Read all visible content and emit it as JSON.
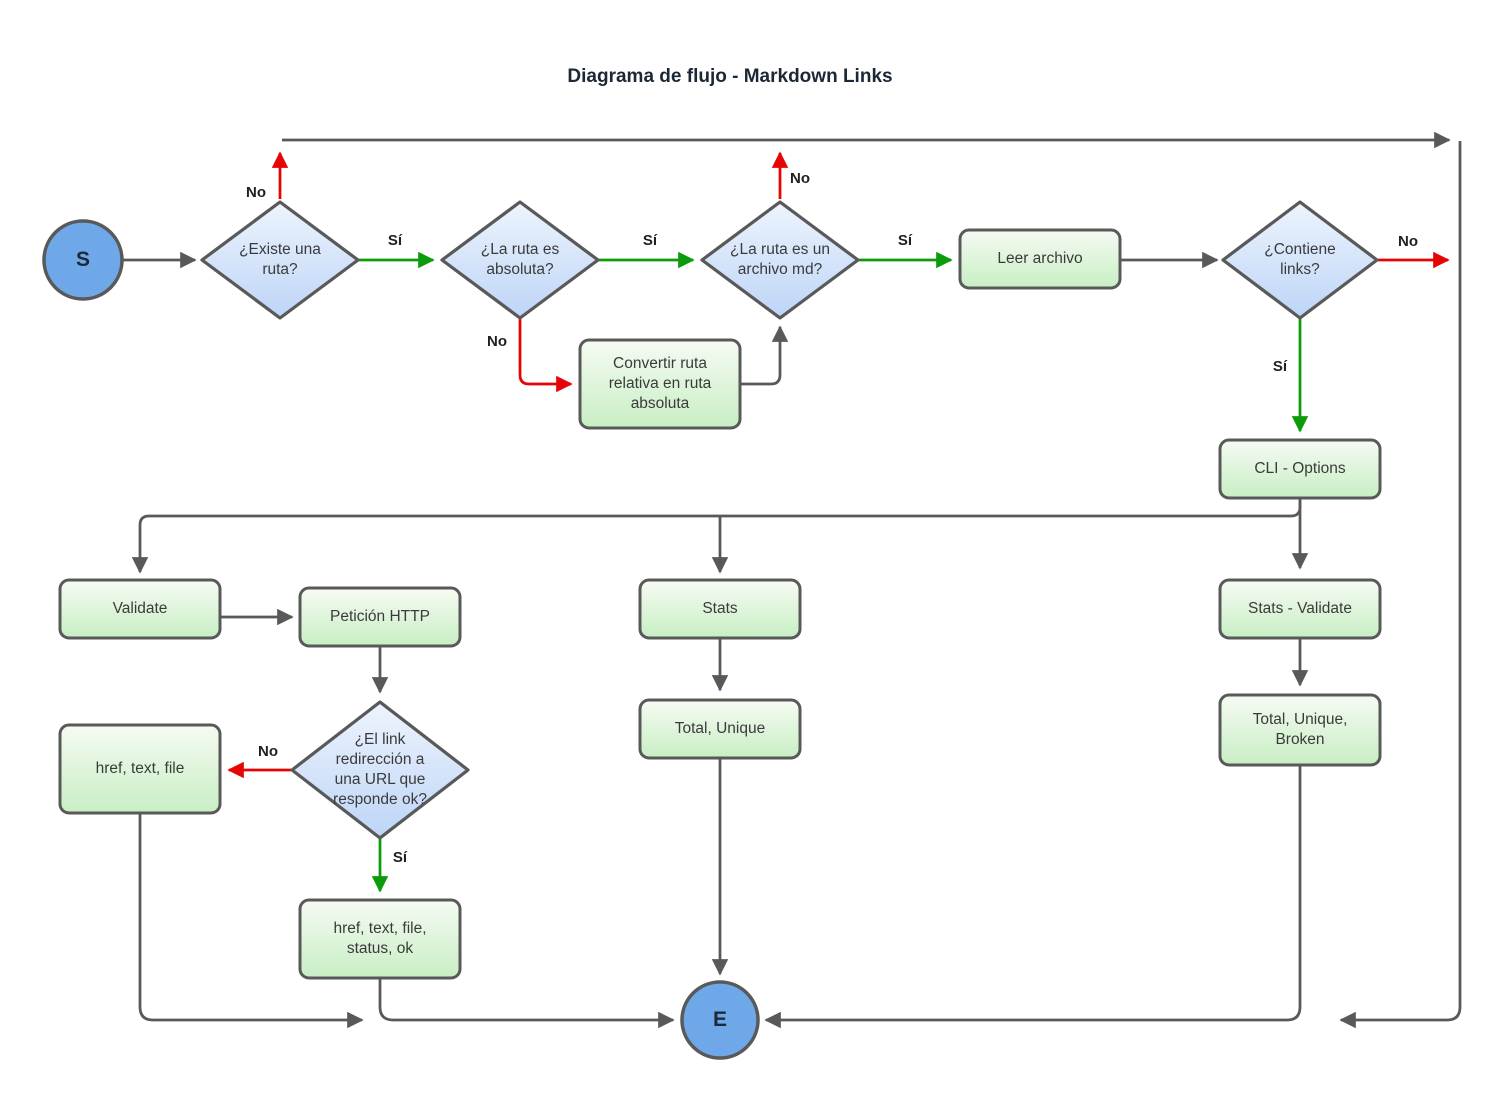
{
  "title": "Diagrama de flujo - Markdown Links",
  "colors": {
    "shape_border": "#595959",
    "connector_gray": "#595959",
    "edge_yes_green": "#0b9b0b",
    "edge_no_red": "#e60505",
    "terminal_fill": "#6fa8e8",
    "decision_gradient_top": "#eef4fd",
    "decision_gradient_bottom": "#bdd5f7",
    "process_gradient_top": "#f6fbf3",
    "process_gradient_bottom": "#c8eec4"
  },
  "nodes": {
    "start": {
      "label": "S"
    },
    "end": {
      "label": "E"
    },
    "exists_path": {
      "label": "¿Existe una ruta?"
    },
    "is_absolute": {
      "label": "¿La ruta es absoluta?"
    },
    "is_md_file": {
      "label": "¿La ruta es un archivo md?"
    },
    "read_file": {
      "label": "Leer archivo"
    },
    "contains_links": {
      "label": "¿Contiene links?"
    },
    "convert_path": {
      "label": "Convertir ruta relativa en ruta absoluta"
    },
    "cli_options": {
      "label": "CLI - Options"
    },
    "validate": {
      "label": "Validate"
    },
    "http_request": {
      "label": "Petición HTTP"
    },
    "link_responds_ok": {
      "label": "¿El link redirección a una URL que responde ok?"
    },
    "href_text_file": {
      "label": "href, text, file"
    },
    "href_text_file_status_ok": {
      "label": "href, text, file, status, ok"
    },
    "stats": {
      "label": "Stats"
    },
    "total_unique": {
      "label": "Total, Unique"
    },
    "stats_validate": {
      "label": "Stats - Validate"
    },
    "total_unique_broken": {
      "label": "Total, Unique, Broken"
    }
  },
  "edge_labels": {
    "exists_yes": "Sí",
    "exists_no": "No",
    "absolute_yes": "Sí",
    "absolute_no": "No",
    "md_yes": "Sí",
    "md_no": "No",
    "links_yes": "Sí",
    "links_no": "No",
    "responds_yes": "Sí",
    "responds_no": "No"
  }
}
